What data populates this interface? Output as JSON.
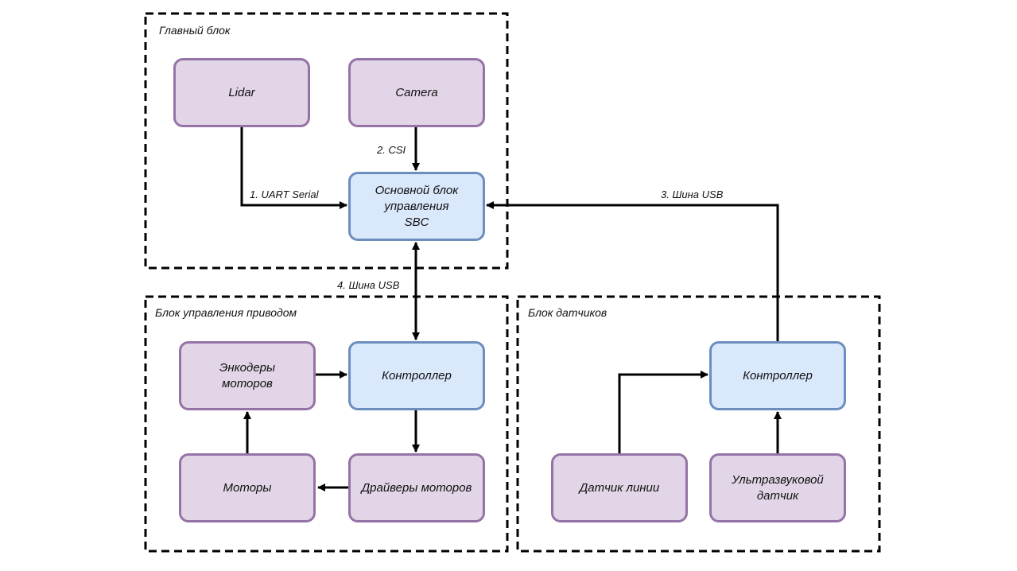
{
  "groups": {
    "main": {
      "title": "Главный блок"
    },
    "drive": {
      "title": "Блок управления приводом"
    },
    "sensors": {
      "title": "Блок датчиков"
    }
  },
  "nodes": {
    "lidar": "Lidar",
    "camera": "Camera",
    "sbc": "Основной блок\nуправления\nSBC",
    "encoders": "Энкодеры\nмоторов",
    "drive_controller": "Контроллер",
    "motors": "Моторы",
    "motor_drivers": "Драйверы моторов",
    "sensor_controller": "Контроллер",
    "line_sensor": "Датчик линии",
    "ultrasonic_sensor": "Ультразвуковой\nдатчик"
  },
  "edges": {
    "uart": "1. UART Serial",
    "csi": "2. CSI",
    "usb3": "3. Шина USB",
    "usb4": "4. Шина USB"
  },
  "colors": {
    "purple_fill": "#e1d5e7",
    "purple_stroke": "#9673a6",
    "blue_fill": "#dae8fc",
    "blue_stroke": "#6c8ebf",
    "line": "#000000"
  }
}
